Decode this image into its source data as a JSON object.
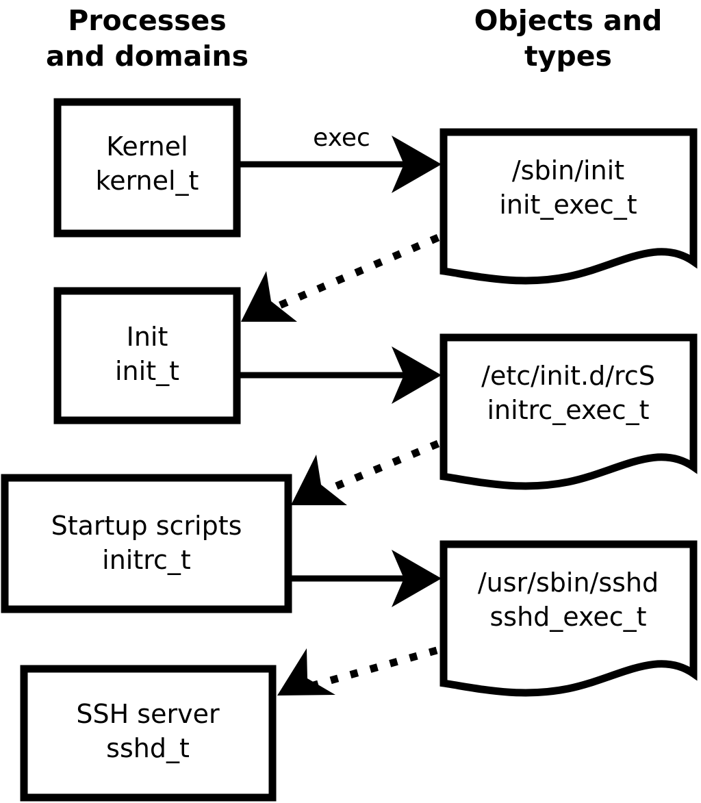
{
  "diagram": {
    "title_left": "Processes\nand domains",
    "columns": [
      {
        "id": "processes",
        "line1": "Processes",
        "line2": "and domains"
      },
      {
        "id": "objects",
        "line1": "Objects and",
        "line2": "types"
      }
    ],
    "domains": [
      {
        "id": "kernel",
        "name": "Kernel",
        "type": "kernel_t"
      },
      {
        "id": "init",
        "name": "Init",
        "type": "init_t"
      },
      {
        "id": "initrc",
        "name": "Startup scripts",
        "type": "initrc_t"
      },
      {
        "id": "sshd",
        "name": "SSH server",
        "type": "sshd_t"
      }
    ],
    "objects": [
      {
        "id": "init_exec",
        "path": "/sbin/init",
        "type": "init_exec_t"
      },
      {
        "id": "initrc_exec",
        "path": "/etc/init.d/rcS",
        "type": "initrc_exec_t"
      },
      {
        "id": "sshd_exec",
        "path": "/usr/sbin/sshd",
        "type": "sshd_exec_t"
      }
    ],
    "edges": [
      {
        "id": "kernel-exec-init",
        "kind": "solid",
        "label": "exec",
        "from": "kernel",
        "to": "init_exec"
      },
      {
        "id": "init_exec-transition",
        "kind": "dotted",
        "label": "",
        "from": "init_exec",
        "to": "init"
      },
      {
        "id": "init-exec-initrc",
        "kind": "solid",
        "label": "",
        "from": "init",
        "to": "initrc_exec"
      },
      {
        "id": "initrc_exec-transition",
        "kind": "dotted",
        "label": "",
        "from": "initrc_exec",
        "to": "initrc"
      },
      {
        "id": "initrc-exec-sshd",
        "kind": "solid",
        "label": "",
        "from": "initrc",
        "to": "sshd_exec"
      },
      {
        "id": "sshd_exec-transition",
        "kind": "dotted",
        "label": "",
        "from": "sshd_exec",
        "to": "sshd"
      }
    ],
    "colors": {
      "stroke": "#000000",
      "fill": "#ffffff",
      "background": "#ffffff"
    }
  }
}
